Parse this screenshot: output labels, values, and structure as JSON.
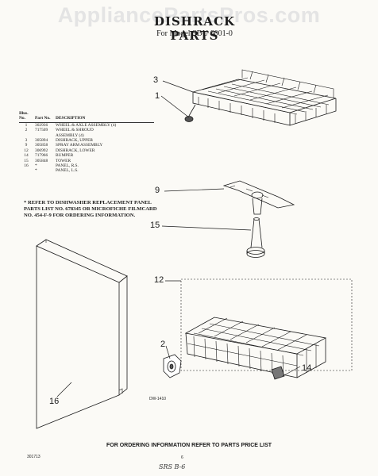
{
  "watermark": "AppliancePartsPros.com",
  "title": "DISHRACK PARTS",
  "subtitle": "For Model SDU 6001-0",
  "parts_table": {
    "headers": [
      "Illus. No.",
      "Part No.",
      "DESCRIPTION"
    ],
    "rows": [
      [
        "1",
        "302936",
        "WHEEL & AXLE ASSEMBLY (4)"
      ],
      [
        "2",
        "717509",
        "WHEEL & SHROUD"
      ],
      [
        "",
        "",
        "ASSEMBLY (4)"
      ],
      [
        "3",
        "305894",
        "DISHRACK, UPPER"
      ],
      [
        "9",
        "305858",
        "SPRAY ARM ASSEMBLY"
      ],
      [
        "12",
        "306992",
        "DISHRACK, LOWER"
      ],
      [
        "14",
        "717966",
        "BUMPER"
      ],
      [
        "15",
        "305848",
        "TOWER"
      ],
      [
        "16",
        "*",
        "PANEL, R.S."
      ],
      [
        "",
        "*",
        "PANEL, L.S."
      ]
    ]
  },
  "note": "* REFER TO DISHWASHER REPLACEMENT PANEL PARTS LIST NO. 678345 OR MICROFICHE FILMCARD NO. 454-F-9 FOR ORDERING INFORMATION.",
  "callouts": {
    "c3": "3",
    "c1": "1",
    "c9": "9",
    "c15": "15",
    "c12": "12",
    "c2": "2",
    "c14": "14",
    "c16": "16"
  },
  "figure_code": "DW-1410",
  "footer": "FOR ORDERING INFORMATION REFER TO PARTS PRICE LIST",
  "doc_code": "301713",
  "page_number": "6",
  "handwritten": "SRS B-6"
}
